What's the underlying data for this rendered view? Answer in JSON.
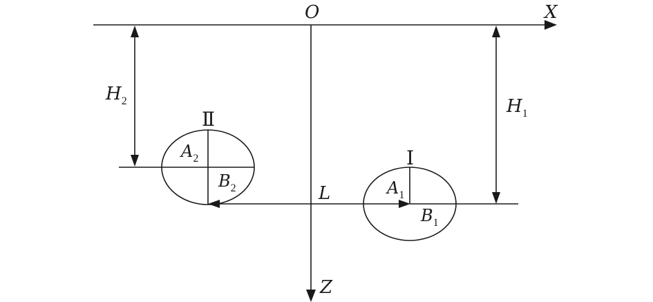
{
  "labels": {
    "origin": "O",
    "x_axis": "X",
    "z_axis": "Z",
    "distance": "L",
    "h1_main": "H",
    "h1_sub": "1",
    "h2_main": "H",
    "h2_sub": "2",
    "ellipse1_id": "Ⅰ",
    "ellipse2_id": "Ⅱ",
    "a1_main": "A",
    "a1_sub": "1",
    "b1_main": "B",
    "b1_sub": "1",
    "a2_main": "A",
    "a2_sub": "2",
    "b2_main": "B",
    "b2_sub": "2"
  },
  "colors": {
    "ink": "#1a1a1a",
    "background": "#ffffff"
  }
}
